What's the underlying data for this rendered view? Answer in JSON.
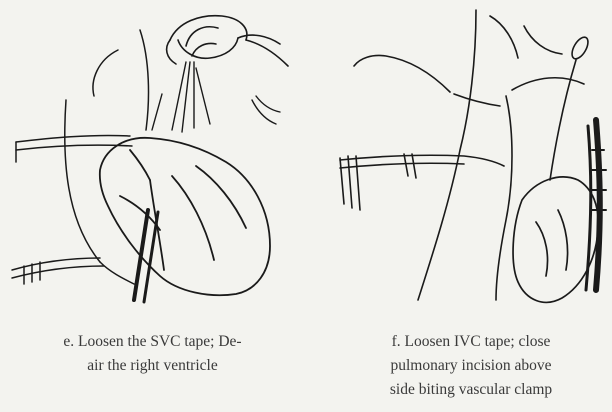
{
  "panels": [
    {
      "id": "e",
      "caption_lines": [
        "e. Loosen the SVC tape; De-",
        "air the right ventricle"
      ],
      "icon": "heart-with-hand-icon"
    },
    {
      "id": "f",
      "caption_lines": [
        "f. Loosen IVC tape; close",
        "pulmonary incision above",
        "side biting vascular clamp"
      ],
      "icon": "vessel-clamp-icon"
    }
  ],
  "colors": {
    "ink": "#1a1a1a",
    "paper": "#f3f3ef",
    "caption": "#3a3a3a"
  }
}
